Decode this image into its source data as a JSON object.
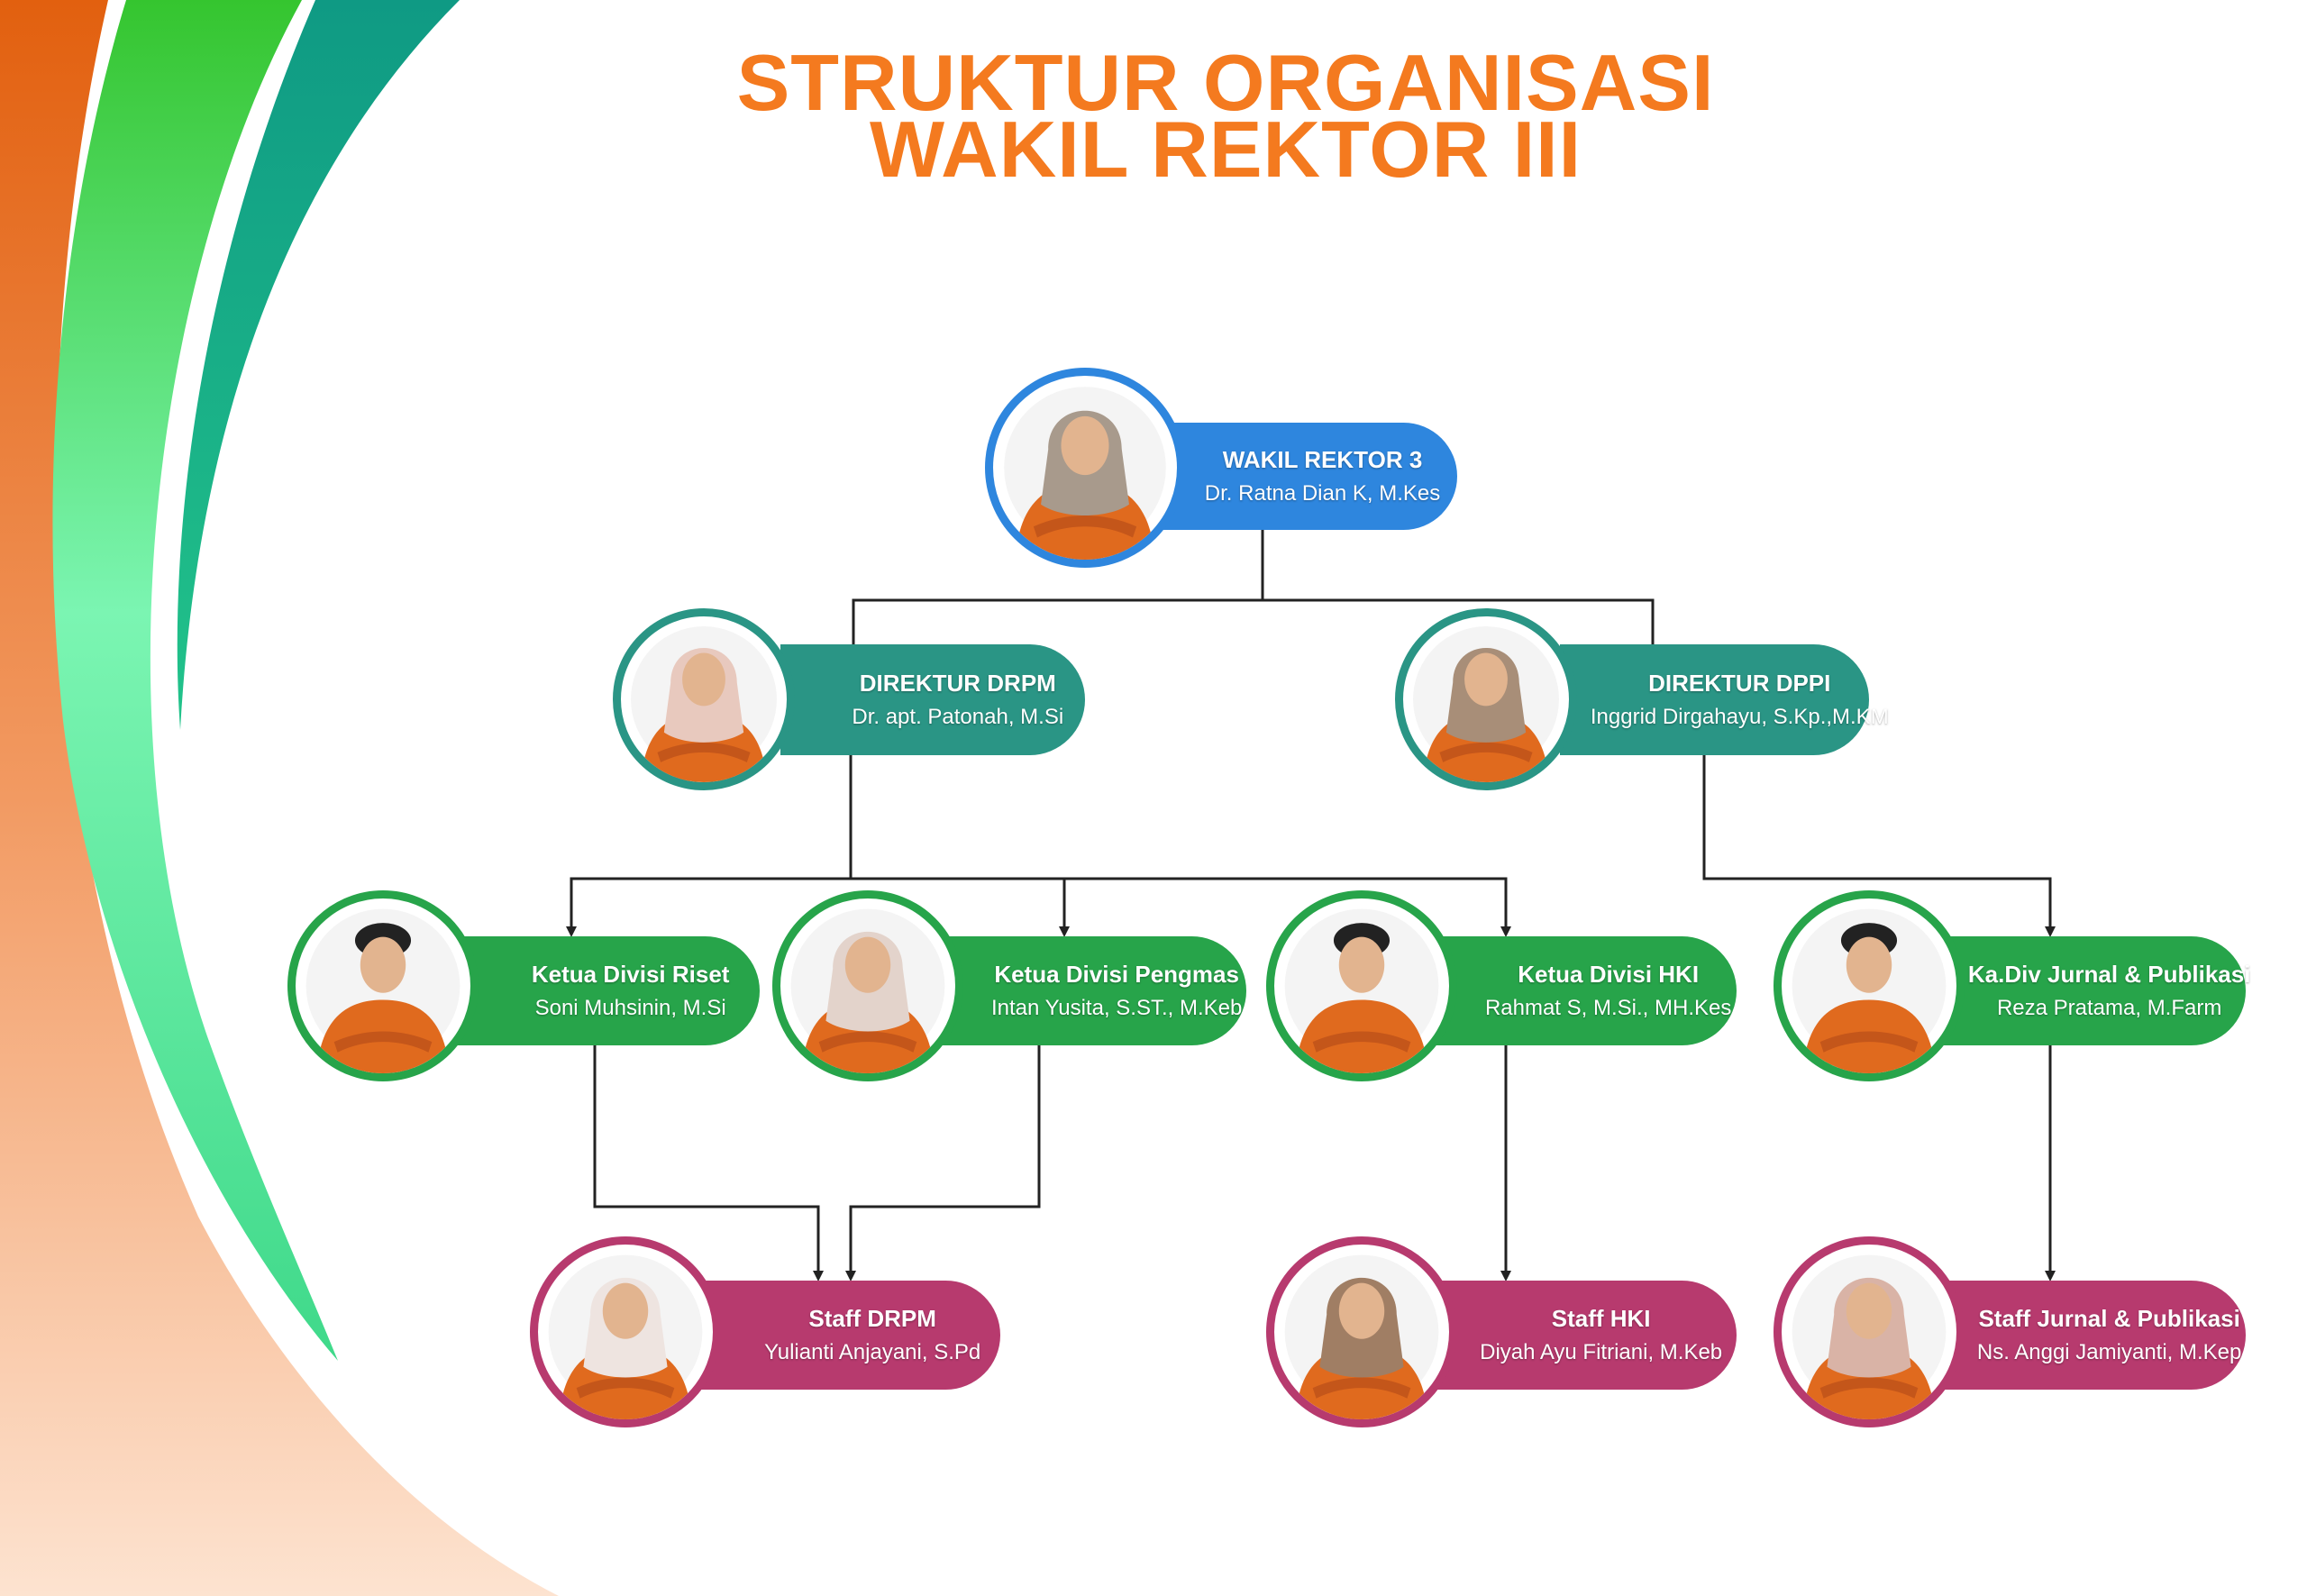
{
  "title": {
    "line1": "STRUKTUR ORGANISASI",
    "line2": "WAKIL REKTOR III"
  },
  "colors": {
    "title": "#F47A1F",
    "blue": "#2E86DE",
    "teal": "#2A9585",
    "green": "#27A44A",
    "magenta": "#B73A6E"
  },
  "nodes": [
    {
      "id": "wakil-rektor",
      "role": "WAKIL REKTOR 3",
      "name": "Dr. Ratna Dian K, M.Kes",
      "color": "blue",
      "hijab": "#A89A8C"
    },
    {
      "id": "direktur-drpm",
      "role": "DIREKTUR DRPM",
      "name": "Dr. apt. Patonah, M.Si",
      "color": "teal",
      "hijab": "#E8C9BE"
    },
    {
      "id": "direktur-dppi",
      "role": "DIREKTUR DPPI",
      "name": "Inggrid Dirgahayu, S.Kp.,M.KM",
      "color": "teal",
      "hijab": "#A88E78"
    },
    {
      "id": "ketua-riset",
      "role": "Ketua Divisi Riset",
      "name": "Soni Muhsinin, M.Si",
      "color": "green",
      "hijab": ""
    },
    {
      "id": "ketua-pengmas",
      "role": "Ketua Divisi Pengmas",
      "name": "Intan Yusita, S.ST., M.Keb",
      "color": "green",
      "hijab": "#E3D3CB"
    },
    {
      "id": "ketua-hki",
      "role": "Ketua Divisi HKI",
      "name": "Rahmat S, M.Si., MH.Kes",
      "color": "green",
      "hijab": ""
    },
    {
      "id": "kadiv-jurnal",
      "role": "Ka.Div Jurnal  & Publikasi",
      "name": "Reza Pratama, M.Farm",
      "color": "green",
      "hijab": ""
    },
    {
      "id": "staff-drpm",
      "role": "Staff DRPM",
      "name": "Yulianti Anjayani, S.Pd",
      "color": "magenta",
      "hijab": "#EEE4E0"
    },
    {
      "id": "staff-hki",
      "role": "Staff HKI",
      "name": "Diyah Ayu Fitriani, M.Keb",
      "color": "magenta",
      "hijab": "#A07E64"
    },
    {
      "id": "staff-jurnal",
      "role": "Staff Jurnal & Publikasi",
      "name": "Ns. Anggi Jamiyanti, M.Kep",
      "color": "magenta",
      "hijab": "#D9B3A6"
    }
  ]
}
